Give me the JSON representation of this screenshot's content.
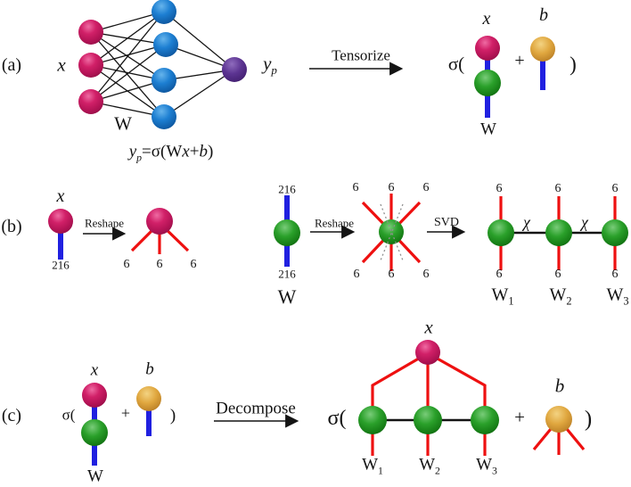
{
  "panel_a": {
    "label": "(a)",
    "x_label": "x",
    "w_label": "W",
    "output_base": "y",
    "output_sub": "p",
    "equation": {
      "y": "y",
      "p": "p",
      "mid": "=σ(",
      "W": "W",
      "x": "x",
      "plus": "+",
      "b": "b",
      "close": ")"
    },
    "arrow_label": "Tensorize",
    "sigma_open": "σ(",
    "tensor_x": "x",
    "tensor_b": "b",
    "tensor_w": "W",
    "plus": "+",
    "paren_close": ")"
  },
  "panel_b": {
    "label": "(b)",
    "x_label": "x",
    "bond_dim": "216",
    "reshape_label": "Reshape",
    "svd_label": "SVD",
    "leg_dim": "6",
    "chi_label": "χ",
    "w_label": "W",
    "cores": [
      {
        "base": "W",
        "sub": "1"
      },
      {
        "base": "W",
        "sub": "2"
      },
      {
        "base": "W",
        "sub": "3"
      }
    ]
  },
  "panel_c": {
    "label": "(c)",
    "sigma_open": "σ(",
    "x_label": "x",
    "b_label": "b",
    "w_label": "W",
    "plus": "+",
    "paren_close": ")",
    "arrow_label": "Decompose",
    "cores": [
      {
        "base": "W",
        "sub": "1"
      },
      {
        "base": "W",
        "sub": "2"
      },
      {
        "base": "W",
        "sub": "3"
      }
    ]
  },
  "colors": {
    "input_node": "#c2185b",
    "hidden_node": "#1b7fd4",
    "output_node": "#5c3492",
    "weight_node": "#1f8c1f",
    "bias_node": "#dfa23a",
    "dense_bond_blue": "#2020e0",
    "reshaped_leg_red": "#ee1010",
    "contraction_bond_black": "#141414"
  }
}
